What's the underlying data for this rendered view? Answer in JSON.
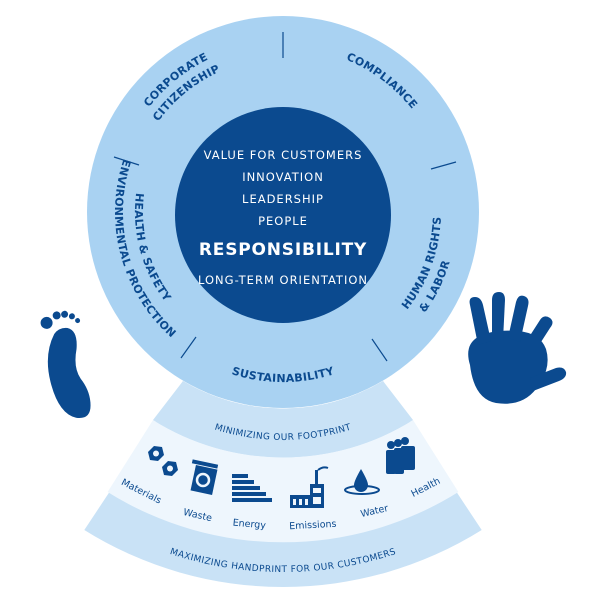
{
  "core": {
    "lines": [
      "VALUE FOR CUSTOMERS",
      "INNOVATION",
      "LEADERSHIP",
      "PEOPLE"
    ],
    "headline": "RESPONSIBILITY",
    "last_line": "LONG-TERM ORIENTATION"
  },
  "ring": {
    "corporate_citizenship": [
      "CORPORATE",
      "CITIZENSHIP"
    ],
    "compliance": "COMPLIANCE",
    "human_rights": [
      "HUMAN RIGHTS",
      "& LABOR"
    ],
    "sustainability": "SUSTAINABILITY",
    "health_safety": [
      "HEALTH & SAFETY",
      "ENVIRONMENTAL PROTECTION"
    ]
  },
  "fan": {
    "footprint_title": "MINIMIZING OUR FOOTPRINT",
    "handprint_title": "MAXIMIZING HANDPRINT FOR OUR CUSTOMERS",
    "items": [
      {
        "label": "Materials",
        "icon": "nuts-icon"
      },
      {
        "label": "Waste",
        "icon": "recycle-bin-icon"
      },
      {
        "label": "Energy",
        "icon": "energy-bars-icon"
      },
      {
        "label": "Emissions",
        "icon": "factory-icon"
      },
      {
        "label": "Water",
        "icon": "water-drop-icon"
      },
      {
        "label": "Health",
        "icon": "people-icon"
      }
    ]
  },
  "colors": {
    "dark_blue": "#0b4a8f",
    "ring_blue": "#a9d2f2",
    "fan_light": "#c9e2f6",
    "fan_white": "#eef6fd"
  }
}
